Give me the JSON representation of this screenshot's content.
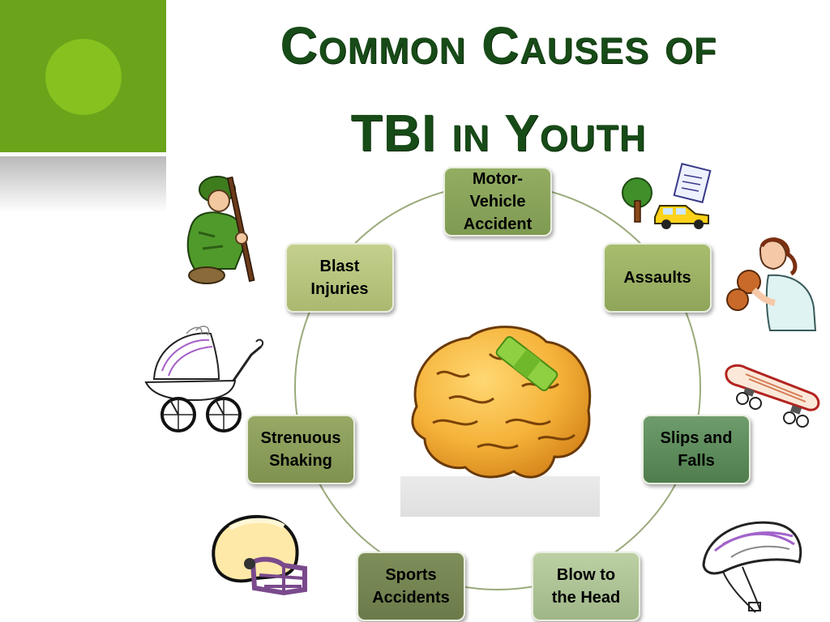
{
  "title": {
    "line1": "Common Causes of",
    "line2": "TBI in Youth"
  },
  "cycle": {
    "nodes": [
      {
        "label": "Motor-\nVehicle\nAccident"
      },
      {
        "label": "Assaults"
      },
      {
        "label": "Slips and\nFalls"
      },
      {
        "label": "Blow to\nthe Head"
      },
      {
        "label": "Sports\nAccidents"
      },
      {
        "label": "Strenuous\nShaking"
      },
      {
        "label": "Blast\nInjuries"
      }
    ]
  },
  "colors": {
    "title": "#174b17",
    "accent_green": "#6ba31b",
    "ring": "#9aaa7a"
  },
  "icons": {
    "center": "brain-with-bandage-icon",
    "soldier": "soldier-icon",
    "car_accident": "car-accident-icon",
    "boxer": "boxer-icon",
    "skateboard": "skateboard-icon",
    "stroller": "baby-stroller-icon",
    "football_helmet": "football-helmet-icon",
    "bike_helmet": "bike-helmet-icon"
  }
}
